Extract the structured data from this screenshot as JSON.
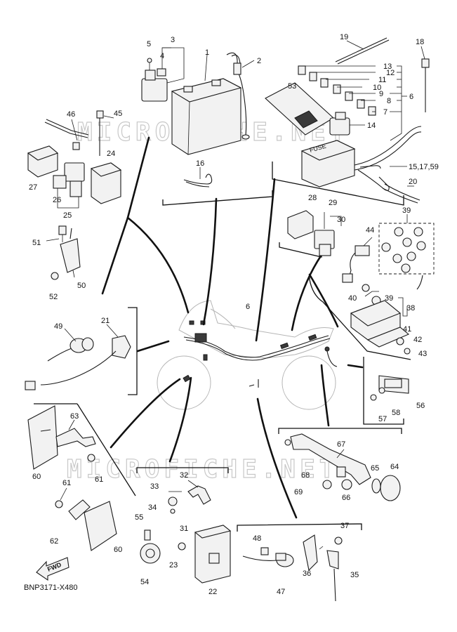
{
  "diagram": {
    "code": "BNP3171-X480",
    "watermark": "MICROFICHE.NET",
    "fuse_box_label": "FUSE",
    "fwd_label": "FWD",
    "labels": {
      "p1": "1",
      "p2": "2",
      "p3": "3",
      "p4": "4",
      "p5": "5",
      "p6a": "6",
      "p6b": "6",
      "p7": "7",
      "p8": "8",
      "p9": "9",
      "p10": "10",
      "p11": "11",
      "p12": "12",
      "p13": "13",
      "p14": "14",
      "p15": "15,17,59",
      "p16": "16",
      "p18": "18",
      "p19": "19",
      "p20": "20",
      "p21": "21",
      "p22": "22",
      "p23": "23",
      "p24": "24",
      "p25": "25",
      "p26": "26",
      "p27": "27",
      "p28": "28",
      "p29": "29",
      "p30": "30",
      "p31": "31",
      "p32": "32",
      "p33": "33",
      "p34": "34",
      "p35": "35",
      "p36": "36",
      "p37": "37",
      "p38": "38",
      "p39a": "39",
      "p39b": "39",
      "p40": "40",
      "p41": "41",
      "p42": "42",
      "p43": "43",
      "p44": "44",
      "p45": "45",
      "p46": "46",
      "p47": "47",
      "p48": "48",
      "p49": "49",
      "p50": "50",
      "p51": "51",
      "p52": "52",
      "p53": "53",
      "p54": "54",
      "p55": "55",
      "p56": "56",
      "p57": "57",
      "p58": "58",
      "p60a": "60",
      "p60b": "60",
      "p61a": "61",
      "p61b": "61",
      "p62": "62",
      "p63": "63",
      "p64": "64",
      "p65": "65",
      "p66": "66",
      "p67": "67",
      "p68": "68",
      "p69": "69"
    }
  }
}
